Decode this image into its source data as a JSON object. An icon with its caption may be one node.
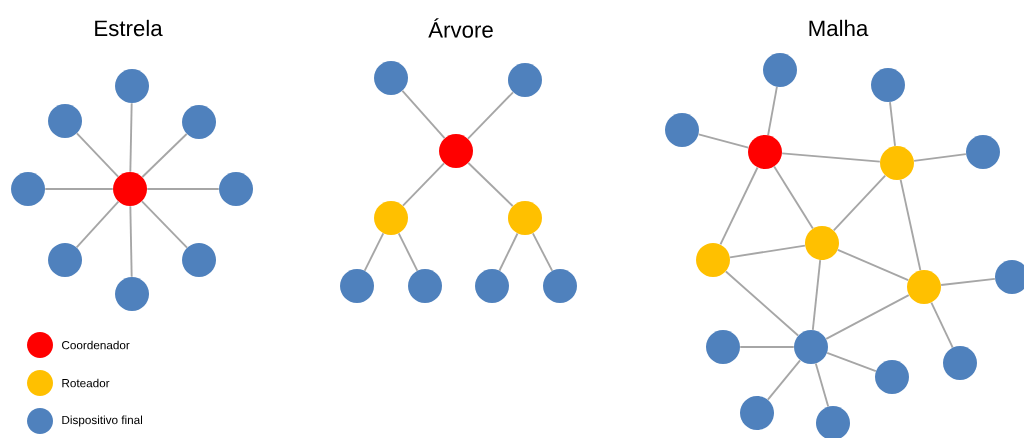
{
  "diagram": {
    "nodes": [
      {
        "text": [],
        "shape": "circle"
      },
      {
        "text": [],
        "shape": "circle"
      },
      {
        "text": [],
        "shape": "circle"
      },
      {
        "text": [],
        "shape": "circle"
      },
      {
        "text": [],
        "shape": "circle"
      },
      {
        "text": [],
        "shape": "circle"
      },
      {
        "text": [],
        "shape": "circle"
      },
      {
        "text": [],
        "shape": "circle"
      },
      {
        "text": [],
        "shape": "circle"
      },
      {
        "text": [],
        "shape": "circle"
      },
      {
        "text": [],
        "shape": "circle"
      },
      {
        "text": [],
        "shape": "circle"
      },
      {
        "text": [],
        "shape": "circle"
      },
      {
        "text": [],
        "shape": "circle"
      },
      {
        "text": [],
        "shape": "circle"
      },
      {
        "text": [],
        "shape": "circle"
      },
      {
        "text": [],
        "shape": "circle"
      },
      {
        "text": [],
        "shape": "circle"
      },
      {
        "text": [],
        "shape": "circle"
      },
      {
        "text": [],
        "shape": "circle"
      },
      {
        "text": [],
        "shape": "circle"
      },
      {
        "text": [],
        "shape": "circle"
      },
      {
        "text": [],
        "shape": "circle"
      },
      {
        "text": [],
        "shape": "circle"
      },
      {
        "text": [],
        "shape": "circle"
      },
      {
        "text": [],
        "shape": "circle"
      },
      {
        "text": [],
        "shape": "circle"
      },
      {
        "text": [],
        "shape": "circle"
      },
      {
        "text": [],
        "shape": "circle"
      },
      {
        "text": [],
        "shape": "circle"
      },
      {
        "text": [],
        "shape": "circle"
      },
      {
        "text": [],
        "shape": "circle"
      },
      {
        "text": [],
        "shape": "circle"
      },
      {
        "text": [],
        "shape": "circle"
      }
    ],
    "edges": [
      {
        "from": 0,
        "to": 1,
        "arrow": "none"
      },
      {
        "from": 0,
        "to": 2,
        "arrow": "none"
      },
      {
        "from": 0,
        "to": 3,
        "arrow": "none"
      },
      {
        "from": 0,
        "to": 4,
        "arrow": "none"
      },
      {
        "from": 0,
        "to": 5,
        "arrow": "none"
      },
      {
        "from": 0,
        "to": 6,
        "arrow": "none"
      },
      {
        "from": 0,
        "to": 7,
        "arrow": "none"
      },
      {
        "from": 0,
        "to": 8,
        "arrow": "none"
      },
      {
        "from": 9,
        "to": 10,
        "arrow": "none"
      },
      {
        "from": 9,
        "to": 11,
        "arrow": "none"
      },
      {
        "from": 9,
        "to": 12,
        "arrow": "none"
      },
      {
        "from": 9,
        "to": 13,
        "arrow": "none"
      },
      {
        "from": 12,
        "to": 14,
        "arrow": "none"
      },
      {
        "from": 12,
        "to": 15,
        "arrow": "none"
      },
      {
        "from": 13,
        "to": 16,
        "arrow": "none"
      },
      {
        "from": 13,
        "to": 17,
        "arrow": "none"
      },
      {
        "from": 18,
        "to": 19,
        "arrow": "none"
      },
      {
        "from": 18,
        "to": 20,
        "arrow": "none"
      },
      {
        "from": 18,
        "to": 21,
        "arrow": "none"
      },
      {
        "from": 18,
        "to": 24,
        "arrow": "none"
      },
      {
        "from": 18,
        "to": 25,
        "arrow": "none"
      },
      {
        "from": 21,
        "to": 22,
        "arrow": "none"
      },
      {
        "from": 21,
        "to": 23,
        "arrow": "none"
      },
      {
        "from": 21,
        "to": 24,
        "arrow": "none"
      },
      {
        "from": 21,
        "to": 26,
        "arrow": "none"
      },
      {
        "from": 25,
        "to": 24,
        "arrow": "none"
      },
      {
        "from": 25,
        "to": 28,
        "arrow": "none"
      },
      {
        "from": 24,
        "to": 28,
        "arrow": "none"
      },
      {
        "from": 24,
        "to": 26,
        "arrow": "none"
      },
      {
        "from": 26,
        "to": 27,
        "arrow": "none"
      },
      {
        "from": 26,
        "to": 30,
        "arrow": "none"
      },
      {
        "from": 28,
        "to": 26,
        "arrow": "none"
      },
      {
        "from": 28,
        "to": 29,
        "arrow": "none"
      },
      {
        "from": 28,
        "to": 31,
        "arrow": "none"
      },
      {
        "from": 28,
        "to": 32,
        "arrow": "none"
      },
      {
        "from": 28,
        "to": 33,
        "arrow": "none"
      }
    ],
    "labels": [
      "Estrela",
      "Árvore",
      "Malha"
    ],
    "legend": [
      {
        "text": "Coordenador",
        "color": "#ff0000"
      },
      {
        "text": "Roteador",
        "color": "#ffc000"
      },
      {
        "text": "Dispositivo final",
        "color": "#4f81bd"
      }
    ]
  }
}
